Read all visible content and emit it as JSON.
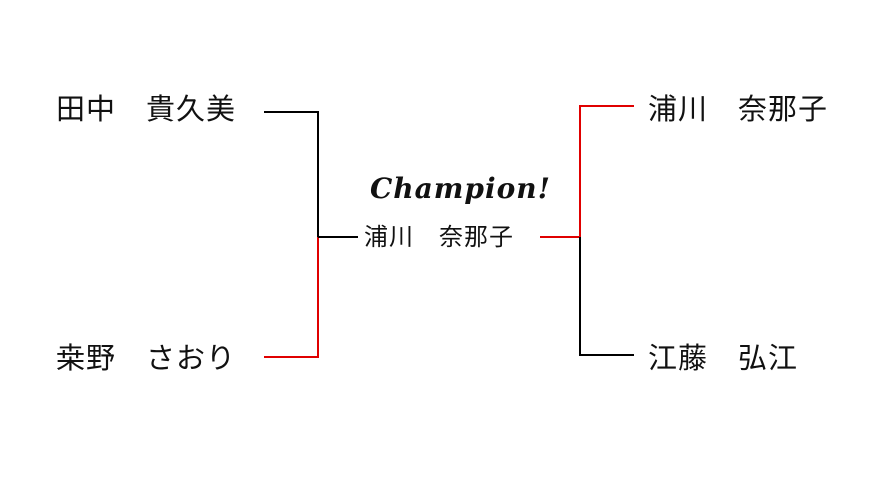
{
  "bracket": {
    "left_top": "田中　貴久美",
    "left_bottom": "桒野　さおり",
    "right_top": "浦川　奈那子",
    "right_bottom": "江藤　弘江",
    "champion_heading": "Champion!",
    "champion_name": "浦川　奈那子"
  },
  "colors": {
    "line": "#000000",
    "winner_path": "#e00000",
    "text": "#111111"
  }
}
